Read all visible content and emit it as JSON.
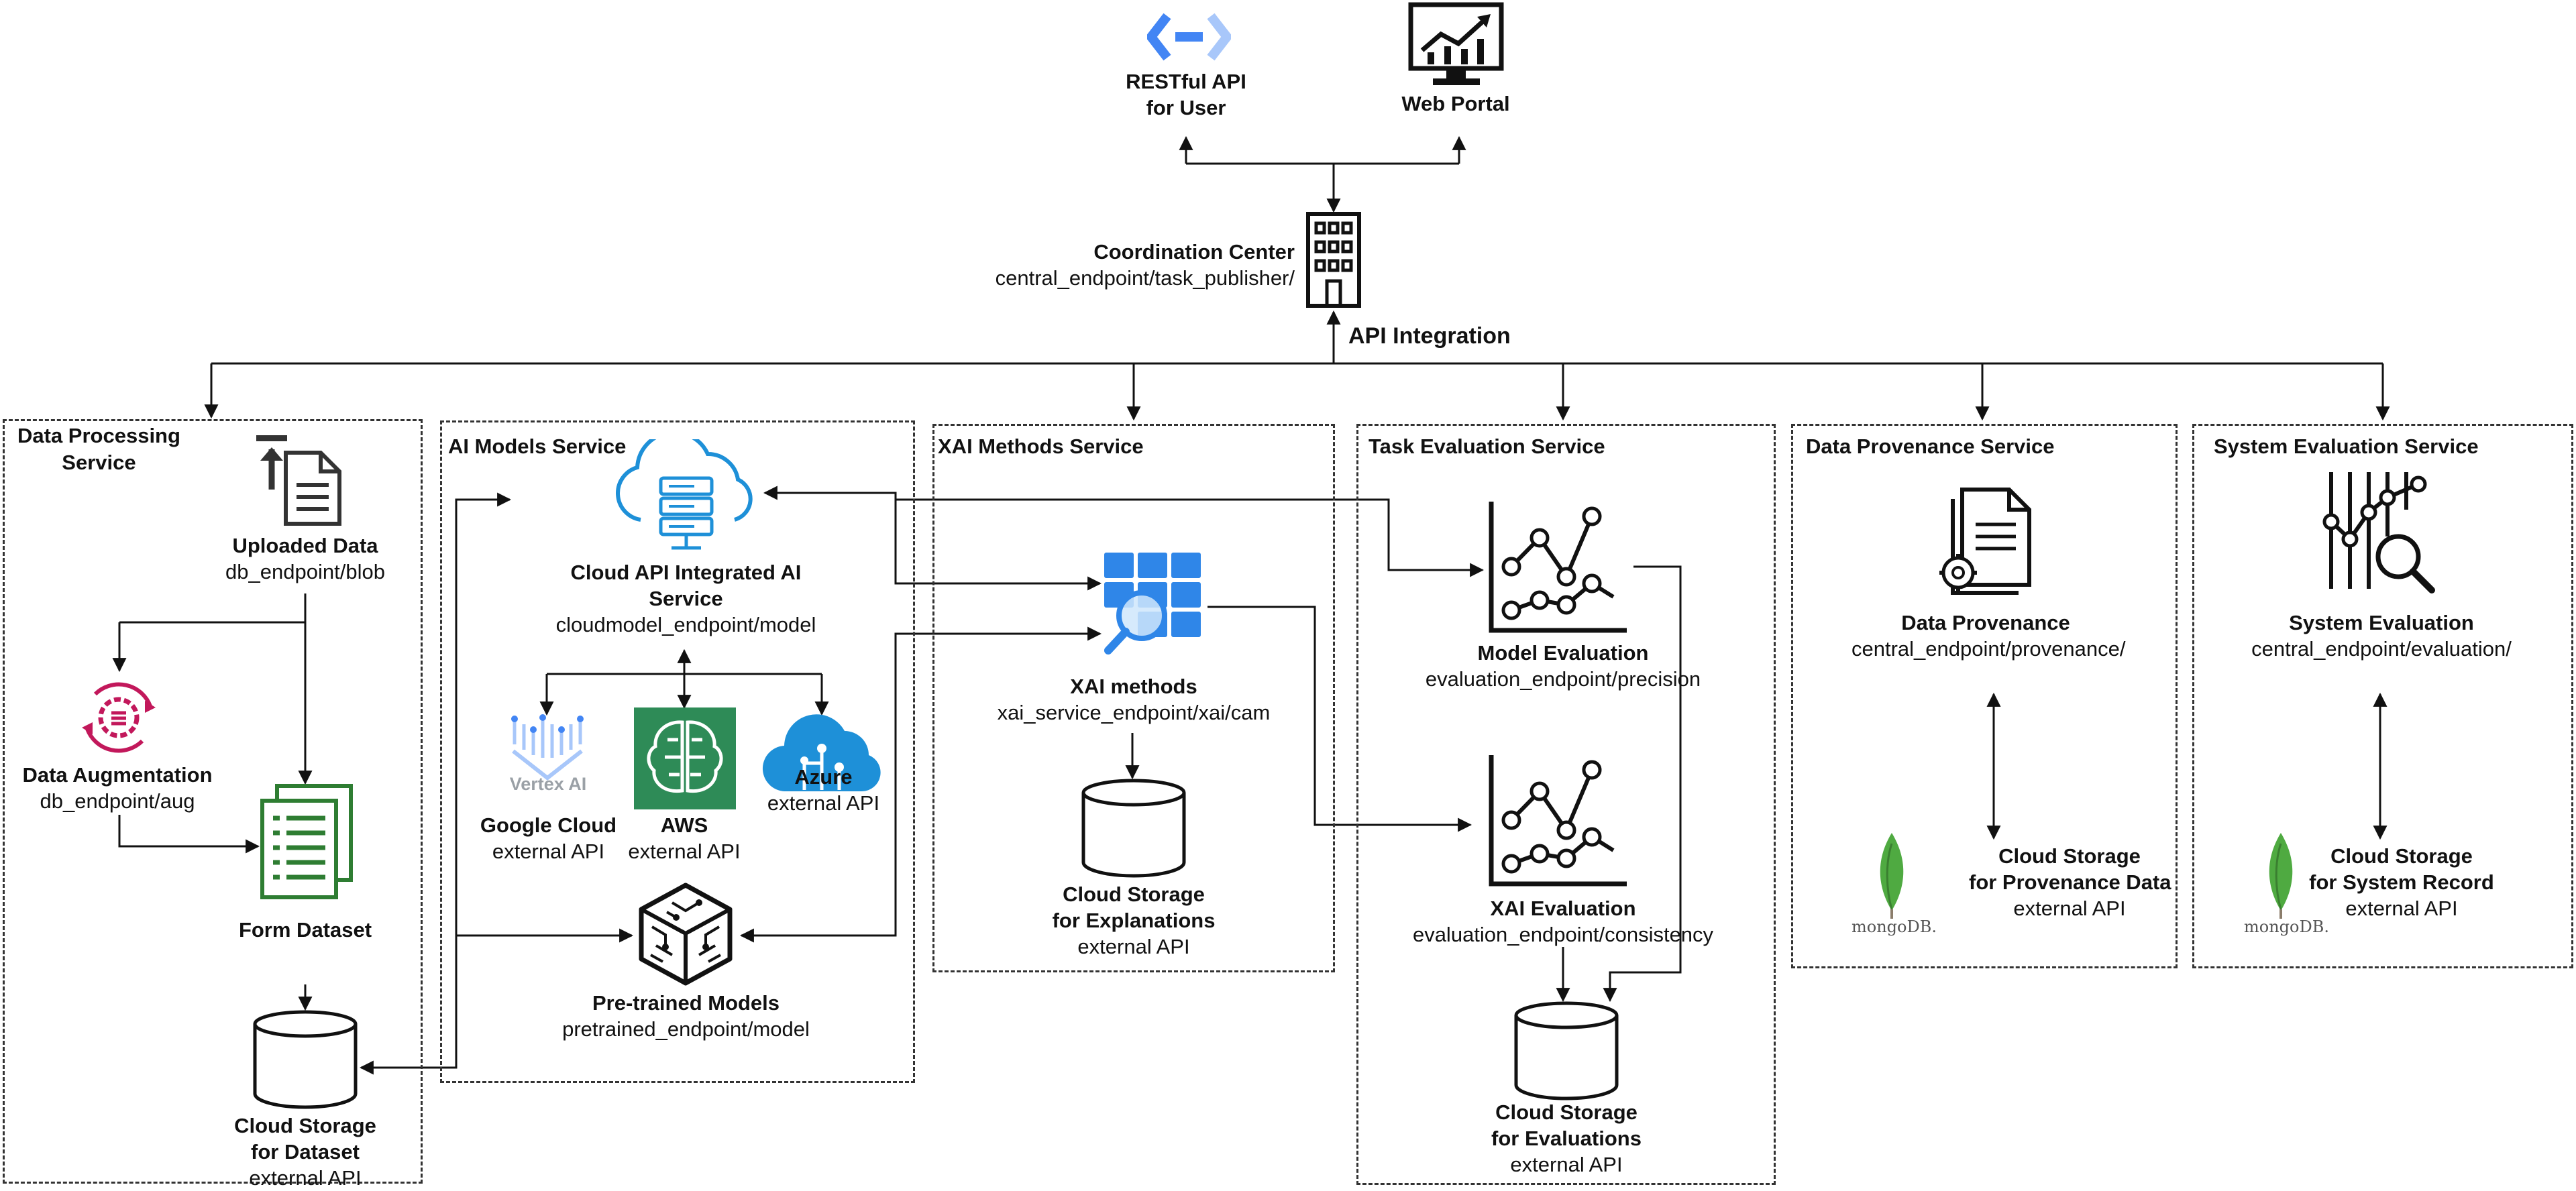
{
  "top": {
    "restful_api": {
      "title": "RESTful API",
      "subtitle": "for User"
    },
    "web_portal": {
      "title": "Web Portal"
    },
    "coordination_center": {
      "title": "Coordination Center",
      "endpoint": "central_endpoint/task_publisher/"
    },
    "api_integration": "API Integration"
  },
  "data_processing": {
    "title_line1": "Data Processing",
    "title_line2": "Service",
    "uploaded_data": {
      "title": "Uploaded Data",
      "endpoint": "db_endpoint/blob"
    },
    "data_augmentation": {
      "title": "Data Augmentation",
      "endpoint": "db_endpoint/aug"
    },
    "form_dataset": {
      "title": "Form Dataset"
    },
    "cloud_storage": {
      "line1": "Cloud Storage",
      "line2": "for Dataset",
      "note": "external API"
    }
  },
  "ai_models": {
    "title": "AI Models Service",
    "cloud_api": {
      "line1": "Cloud API Integrated AI",
      "line2": "Service",
      "endpoint": "cloudmodel_endpoint/model"
    },
    "vertex_text": "Vertex AI",
    "google": {
      "title": "Google Cloud",
      "note": "external API"
    },
    "aws": {
      "title": "AWS",
      "note": "external API"
    },
    "azure": {
      "title": "Azure",
      "note": "external API"
    },
    "pretrained": {
      "title": "Pre-trained Models",
      "endpoint": "pretrained_endpoint/model"
    }
  },
  "xai_methods": {
    "title": "XAI Methods Service",
    "methods": {
      "title": "XAI methods",
      "endpoint": "xai_service_endpoint/xai/cam"
    },
    "cloud_storage": {
      "line1": "Cloud Storage",
      "line2": "for Explanations",
      "note": "external API"
    }
  },
  "task_evaluation": {
    "title": "Task Evaluation Service",
    "model_eval": {
      "title": "Model Evaluation",
      "endpoint": "evaluation_endpoint/precision"
    },
    "xai_eval": {
      "title": "XAI Evaluation",
      "endpoint": "evaluation_endpoint/consistency"
    },
    "cloud_storage": {
      "line1": "Cloud Storage",
      "line2": "for Evaluations",
      "note": "external API"
    }
  },
  "data_provenance": {
    "title": "Data Provenance Service",
    "provenance": {
      "title": "Data Provenance",
      "endpoint": "central_endpoint/provenance/"
    },
    "mongo_text": "mongoDB.",
    "cloud_storage": {
      "line1": "Cloud Storage",
      "line2": "for Provenance Data",
      "note": "external API"
    }
  },
  "system_evaluation": {
    "title": "System Evaluation Service",
    "evaluation": {
      "title": "System Evaluation",
      "endpoint": "central_endpoint/evaluation/"
    },
    "mongo_text": "mongoDB.",
    "cloud_storage": {
      "line1": "Cloud Storage",
      "line2": "for System Record",
      "note": "external API"
    }
  },
  "colors": {
    "line": "#111111",
    "google_blue": "#4285F4",
    "azure_cloud": "#1E90D8",
    "aws_green": "#2E8B57",
    "augmentation": "#C2185B",
    "dataset_green": "#2E7D32",
    "mongo_green": "#4FAA41"
  }
}
